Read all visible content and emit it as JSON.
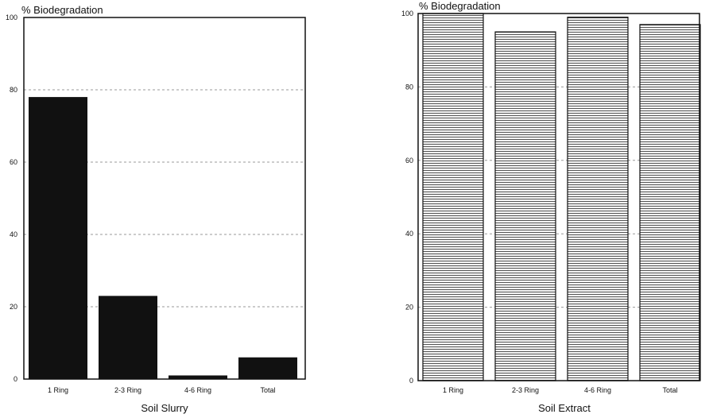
{
  "chart_data": [
    {
      "type": "bar",
      "ylabel": "% Biodegradation",
      "xlabel": "Soil Slurry",
      "categories": [
        "1 Ring",
        "2-3 Ring",
        "4-6 Ring",
        "Total"
      ],
      "values": [
        78,
        23,
        1,
        6
      ],
      "ylim": [
        0,
        100
      ],
      "yticks": [
        "0",
        "20",
        "40",
        "60",
        "80",
        "100"
      ],
      "grid": true,
      "bar_fill": "solid",
      "bar_color": "#111111"
    },
    {
      "type": "bar",
      "ylabel": "% Biodegradation",
      "xlabel": "Soil Extract",
      "categories": [
        "1 Ring",
        "2-3 Ring",
        "4-6 Ring",
        "Total"
      ],
      "values": [
        100,
        95,
        99,
        97
      ],
      "ylim": [
        0,
        100
      ],
      "yticks": [
        "0",
        "20",
        "40",
        "60",
        "80",
        "100"
      ],
      "grid": true,
      "bar_fill": "horizontal-hatch",
      "bar_color": "#555555"
    }
  ]
}
